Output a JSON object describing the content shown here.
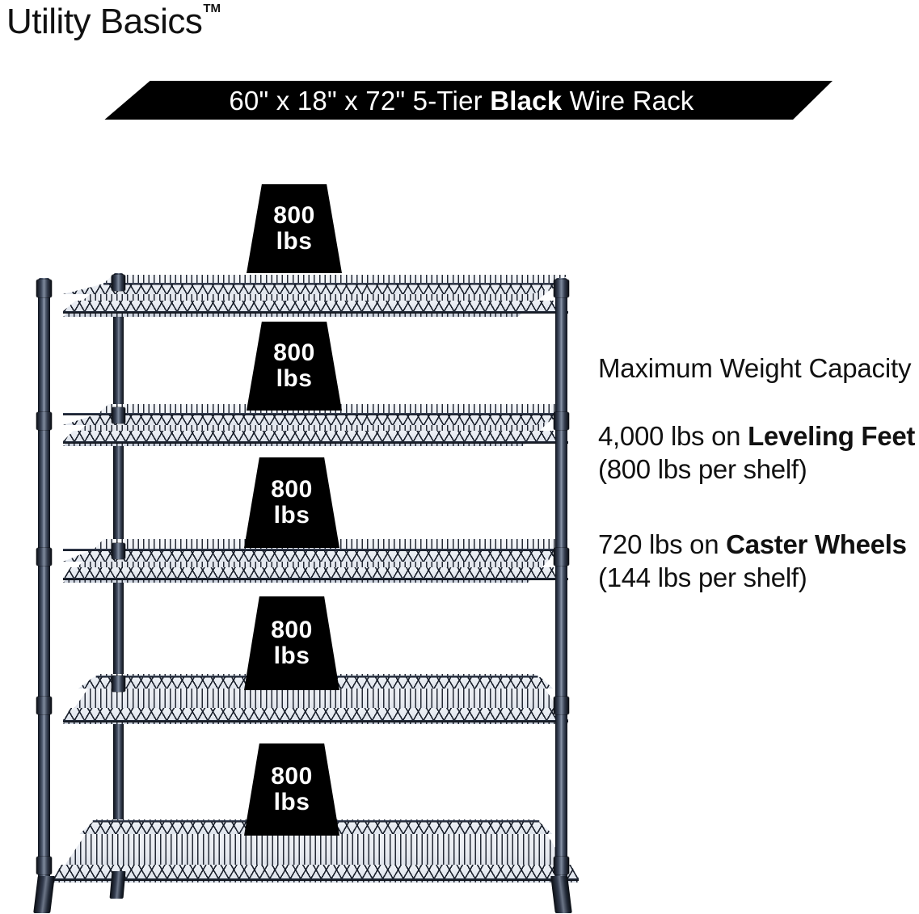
{
  "brand": {
    "name": "Utility Basics",
    "trademark": "TM"
  },
  "banner": {
    "text_before": "60\" x 18\" x 72\" 5-Tier ",
    "text_bold": "Black",
    "text_after": " Wire Rack",
    "background_color": "#000000",
    "text_color": "#ffffff"
  },
  "callouts": {
    "heading": "Maximum Weight Capacity",
    "paragraph1": {
      "lead": "4,000 lbs on ",
      "bold": "Leveling Feet",
      "tail": " (800 lbs per shelf)"
    },
    "paragraph2": {
      "lead": "720 lbs on ",
      "bold": "Caster Wheels",
      "tail": " (144 lbs per shelf)"
    }
  },
  "product": {
    "tiers": 5,
    "shelf_badges": [
      {
        "value": "800",
        "unit": "lbs"
      },
      {
        "value": "800",
        "unit": "lbs"
      },
      {
        "value": "800",
        "unit": "lbs"
      },
      {
        "value": "800",
        "unit": "lbs"
      },
      {
        "value": "800",
        "unit": "lbs"
      }
    ],
    "frame_color": "#202634",
    "badge_color": "#000000"
  }
}
